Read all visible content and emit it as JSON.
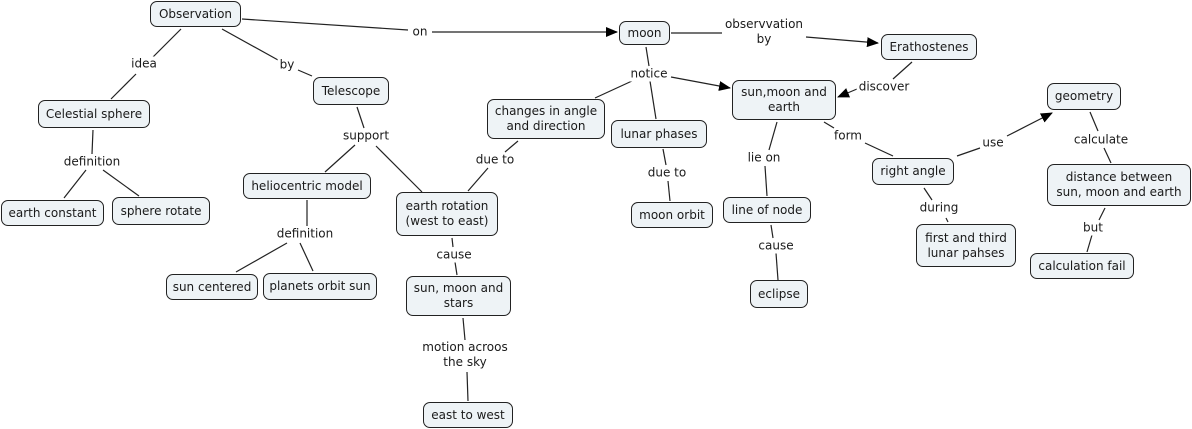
{
  "nodes": {
    "observation": "Observation",
    "moon": "moon",
    "erathostenes": "Erathostenes",
    "celestial_sphere": "Celestial sphere",
    "telescope": "Telescope",
    "earth_constant": "earth constant",
    "sphere_rotate": "sphere rotate",
    "heliocentric_model": "heliocentric model",
    "sun_centered": "sun centered",
    "planets_orbit_sun": "planets orbit sun",
    "changes_angle": "changes in angle\nand direction",
    "earth_rotation": "earth rotation\n(west to east)",
    "sun_moon_stars": "sun, moon and\nstars",
    "east_to_west": "east to west",
    "lunar_phases": "lunar phases",
    "moon_orbit": "moon orbit",
    "sun_moon_earth": "sun,moon and\nearth",
    "line_of_node": "line of node",
    "eclipse": "eclipse",
    "right_angle": "right angle",
    "first_third": "first and third\nlunar pahses",
    "geometry": "geometry",
    "distance": "distance between\nsun, moon and earth",
    "calc_fail": "calculation fail"
  },
  "links": {
    "on": "on",
    "observvation_by": "observvation\nby",
    "idea": "idea",
    "by": "by",
    "definition1": "definition",
    "support": "support",
    "definition2": "definition",
    "notice": "notice",
    "due_to1": "due to",
    "due_to2": "due to",
    "cause1": "cause",
    "motion": "motion acroos\nthe sky",
    "discover": "discover",
    "lie_on": "lie on",
    "cause2": "cause",
    "form": "form",
    "use": "use",
    "during": "during",
    "calculate": "calculate",
    "but": "but"
  }
}
